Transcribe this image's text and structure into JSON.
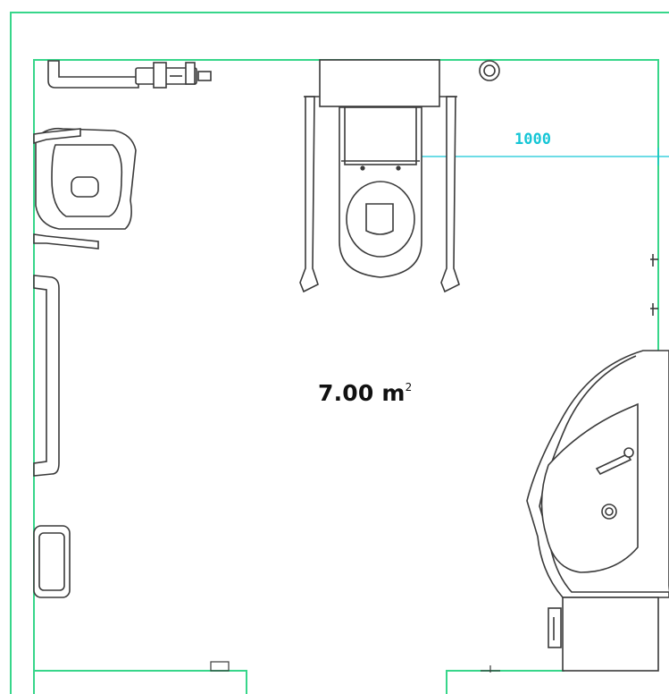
{
  "plan": {
    "area_value": "7.00 m",
    "area_superscript": "2",
    "dimension_label": "1000"
  },
  "colors": {
    "wall": "#37d68a",
    "dimension": "#16c6d6",
    "fixture_line": "#3a3a3a",
    "fixture_fill": "#ffffff",
    "background": "#ffffff"
  },
  "icons": {
    "toilet": "toilet-icon",
    "sink": "wash-basin-icon",
    "grab_bar": "grab-bar-icon",
    "flush_button": "flush-button-icon"
  }
}
